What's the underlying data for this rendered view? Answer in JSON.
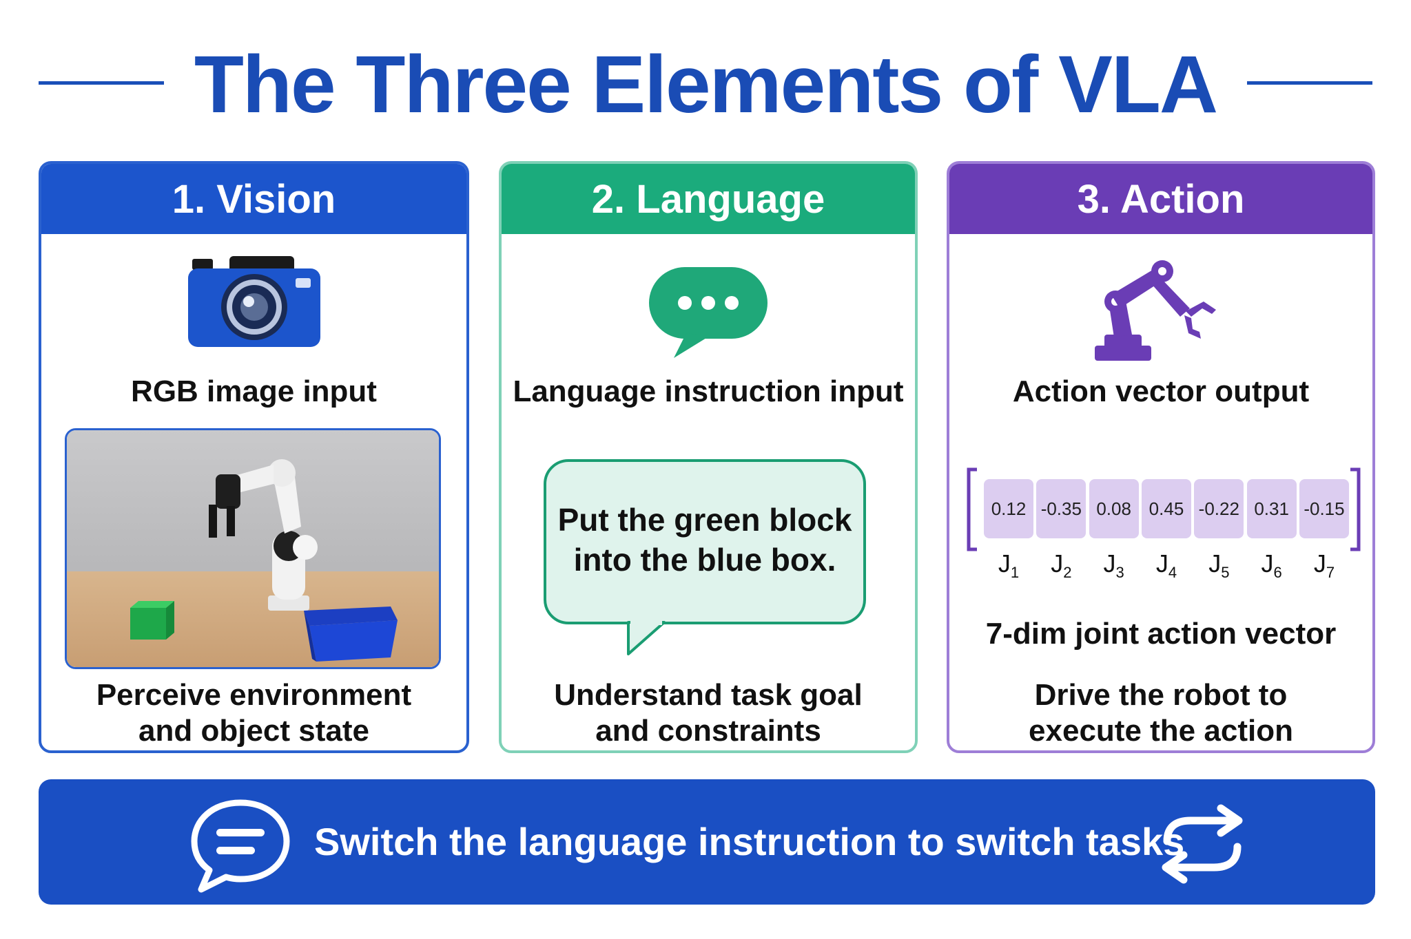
{
  "title": "The Three Elements of VLA",
  "cards": [
    {
      "heading": "1. Vision",
      "subtitle": "RGB image input",
      "caption_line1": "Perceive environment",
      "caption_line2": "and object state",
      "icon": "camera-icon"
    },
    {
      "heading": "2. Language",
      "subtitle": "Language instruction input",
      "bubble_line1": "Put the green block",
      "bubble_line2": "into the blue box.",
      "caption_line1": "Understand task goal",
      "caption_line2": "and constraints",
      "icon": "chat-bubble-icon"
    },
    {
      "heading": "3. Action",
      "subtitle": "Action vector output",
      "vector_values": [
        "0.12",
        "-0.35",
        "0.08",
        "0.45",
        "-0.22",
        "0.31",
        "-0.15"
      ],
      "joints": [
        {
          "base": "J",
          "sub": "1"
        },
        {
          "base": "J",
          "sub": "2"
        },
        {
          "base": "J",
          "sub": "3"
        },
        {
          "base": "J",
          "sub": "4"
        },
        {
          "base": "J",
          "sub": "5"
        },
        {
          "base": "J",
          "sub": "6"
        },
        {
          "base": "J",
          "sub": "7"
        }
      ],
      "vector_label": "7-dim joint action vector",
      "caption_line1": "Drive the robot to",
      "caption_line2": "execute the action",
      "icon": "robot-arm-icon"
    }
  ],
  "banner": {
    "text": "Switch the language instruction to switch tasks",
    "left_icon": "message-icon",
    "right_icon": "switch-arrows-icon"
  },
  "colors": {
    "title": "#1a4cb5",
    "vision": "#1c55cc",
    "language": "#1bab7c",
    "action": "#6a3db5",
    "banner": "#1a4fc3",
    "vector_cell": "#dccdf0",
    "bubble_fill": "#dff3ec"
  }
}
